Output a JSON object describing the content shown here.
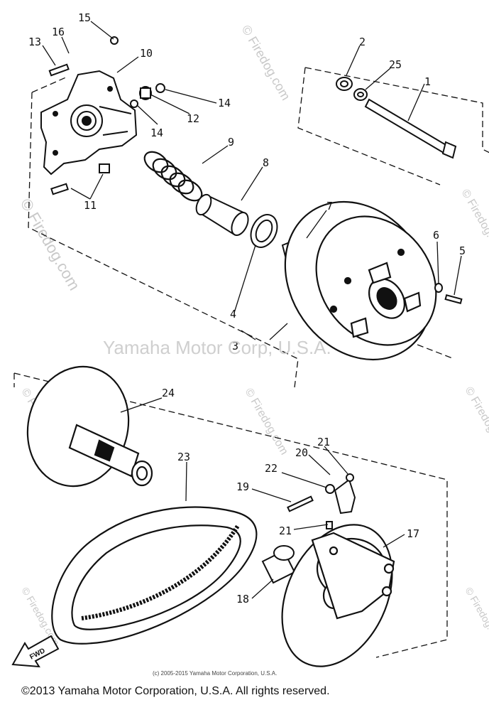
{
  "diagram": {
    "callouts": [
      {
        "id": "c1",
        "text": "1"
      },
      {
        "id": "c2",
        "text": "2"
      },
      {
        "id": "c25",
        "text": "25"
      },
      {
        "id": "c3",
        "text": "3"
      },
      {
        "id": "c4",
        "text": "4"
      },
      {
        "id": "c5",
        "text": "5"
      },
      {
        "id": "c6",
        "text": "6"
      },
      {
        "id": "c7",
        "text": "7"
      },
      {
        "id": "c8",
        "text": "8"
      },
      {
        "id": "c9",
        "text": "9"
      },
      {
        "id": "c10",
        "text": "10"
      },
      {
        "id": "c11",
        "text": "11"
      },
      {
        "id": "c12",
        "text": "12"
      },
      {
        "id": "c13",
        "text": "13"
      },
      {
        "id": "c14a",
        "text": "14"
      },
      {
        "id": "c14b",
        "text": "14"
      },
      {
        "id": "c15",
        "text": "15"
      },
      {
        "id": "c16",
        "text": "16"
      },
      {
        "id": "c17",
        "text": "17"
      },
      {
        "id": "c18",
        "text": "18"
      },
      {
        "id": "c19",
        "text": "19"
      },
      {
        "id": "c20",
        "text": "20"
      },
      {
        "id": "c21a",
        "text": "21"
      },
      {
        "id": "c21b",
        "text": "21"
      },
      {
        "id": "c22",
        "text": "22"
      },
      {
        "id": "c23",
        "text": "23"
      },
      {
        "id": "c24",
        "text": "24"
      }
    ],
    "fwd_label": "FWD",
    "watermark_brand": "© Firedog.com",
    "watermark_center": "Yamaha Motor Corp, U.S.A.",
    "inner_copyright": "(c) 2005-2015 Yamaha Motor Corporation, U.S.A.",
    "footer_copyright": "©2013 Yamaha Motor Corporation, U.S.A. All rights reserved."
  },
  "colors": {
    "ink": "#111111",
    "watermark": "#c9c9c9",
    "background": "#ffffff"
  }
}
